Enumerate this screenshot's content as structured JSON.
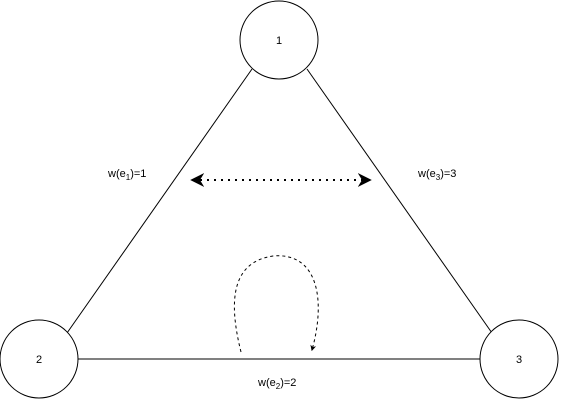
{
  "nodes": [
    {
      "label": "1"
    },
    {
      "label": "2"
    },
    {
      "label": "3"
    }
  ],
  "edges": [
    {
      "label": "w(e",
      "sub": "1",
      "tail": ")=1"
    },
    {
      "label": "w(e",
      "sub": "2",
      "tail": ")=2"
    },
    {
      "label": "w(e",
      "sub": "3",
      "tail": ")=3"
    }
  ],
  "colors": {
    "stroke": "#000000",
    "fill": "#ffffff"
  }
}
